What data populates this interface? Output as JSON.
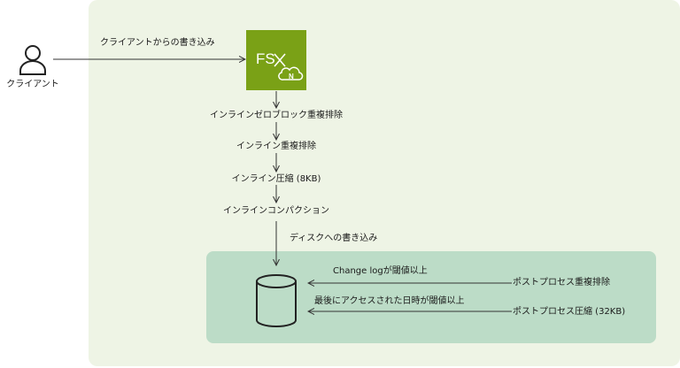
{
  "client": {
    "icon": "user-icon",
    "label": "クライアント"
  },
  "write_from_client": "クライアントからの書き込み",
  "fsx": {
    "icon": "fsx-ontap-logo",
    "logo_text": "FSx N",
    "color": "#7aa116"
  },
  "inline_steps": [
    "インラインゼロブロック重複排除",
    "インライン重複排除",
    "インライン圧縮 (8KB)",
    "インラインコンパクション"
  ],
  "write_to_disk": "ディスクへの書き込み",
  "storage": {
    "icon": "database-icon"
  },
  "post_processes": [
    {
      "trigger": "Change logが閾値以上",
      "name": "ポストプロセス重複排除"
    },
    {
      "trigger": "最後にアクセスされた日時が閾値以上",
      "name": "ポストプロセス圧縮 (32KB)"
    }
  ],
  "colors": {
    "outer_panel": "#eef4e5",
    "inner_panel": "#bcdcc7",
    "fsx_green": "#7aa116"
  }
}
